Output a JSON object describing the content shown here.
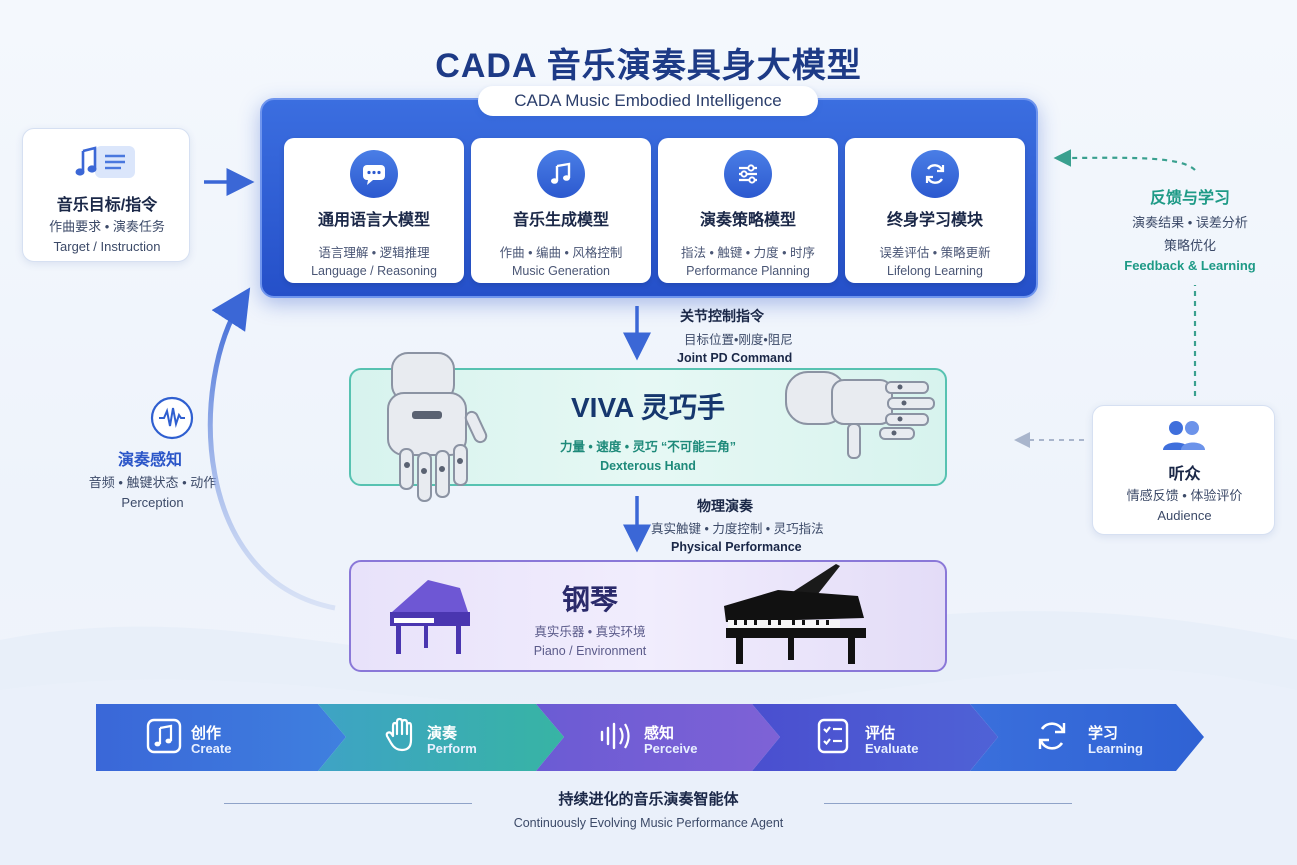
{
  "header": {
    "title": "CADA 音乐演奏具身大模型",
    "subtitle": "CADA Music Embodied Intelligence"
  },
  "modules": [
    {
      "icon": "chat-icon",
      "title": "通用语言大模型",
      "cn": "语言理解 • 逻辑推理",
      "en": "Language / Reasoning"
    },
    {
      "icon": "music-note-icon",
      "title": "音乐生成模型",
      "cn": "作曲 • 编曲 • 风格控制",
      "en": "Music Generation"
    },
    {
      "icon": "sliders-icon",
      "title": "演奏策略模型",
      "cn": "指法 • 触键 • 力度 • 时序",
      "en": "Performance Planning"
    },
    {
      "icon": "refresh-icon",
      "title": "终身学习模块",
      "cn": "误差评估 • 策略更新",
      "en": "Lifelong Learning"
    }
  ],
  "target": {
    "title": "音乐目标/指令",
    "cn": "作曲要求 • 演奏任务",
    "en": "Target / Instruction"
  },
  "feedback": {
    "title": "反馈与学习",
    "line1": "演奏结果 • 误差分析",
    "line2": "策略优化",
    "en": "Feedback & Learning"
  },
  "perception": {
    "title": "演奏感知",
    "cn": "音频 • 触键状态 • 动作",
    "en": "Perception"
  },
  "audience": {
    "title": "听众",
    "cn": "情感反馈 • 体验评价",
    "en": "Audience"
  },
  "joint_cmd": {
    "title": "关节控制指令",
    "cn": "目标位置•刚度•阻尼",
    "en": "Joint PD Command"
  },
  "hand": {
    "title": "VIVA 灵巧手",
    "cn": "力量 • 速度 • 灵巧 “不可能三角”",
    "en": "Dexterous Hand"
  },
  "physical": {
    "title": "物理演奏",
    "cn": "真实触键 • 力度控制 • 灵巧指法",
    "en": "Physical Performance"
  },
  "piano": {
    "title": "钢琴",
    "cn": "真实乐器 • 真实环境",
    "en": "Piano / Environment"
  },
  "steps": [
    {
      "icon": "music-note-icon",
      "cn": "创作",
      "en": "Create"
    },
    {
      "icon": "hand-icon",
      "cn": "演奏",
      "en": "Perform"
    },
    {
      "icon": "sound-wave-icon",
      "cn": "感知",
      "en": "Perceive"
    },
    {
      "icon": "checklist-icon",
      "cn": "评估",
      "en": "Evaluate"
    },
    {
      "icon": "refresh-icon",
      "cn": "学习",
      "en": "Learning"
    }
  ],
  "footer": {
    "cn": "持续进化的音乐演奏智能体",
    "en": "Continuously Evolving Music Performance Agent"
  },
  "colors": {
    "primary": "#2550c9",
    "teal": "#27a08d",
    "purple": "#7a63d1",
    "dark_text": "#1a2747"
  }
}
